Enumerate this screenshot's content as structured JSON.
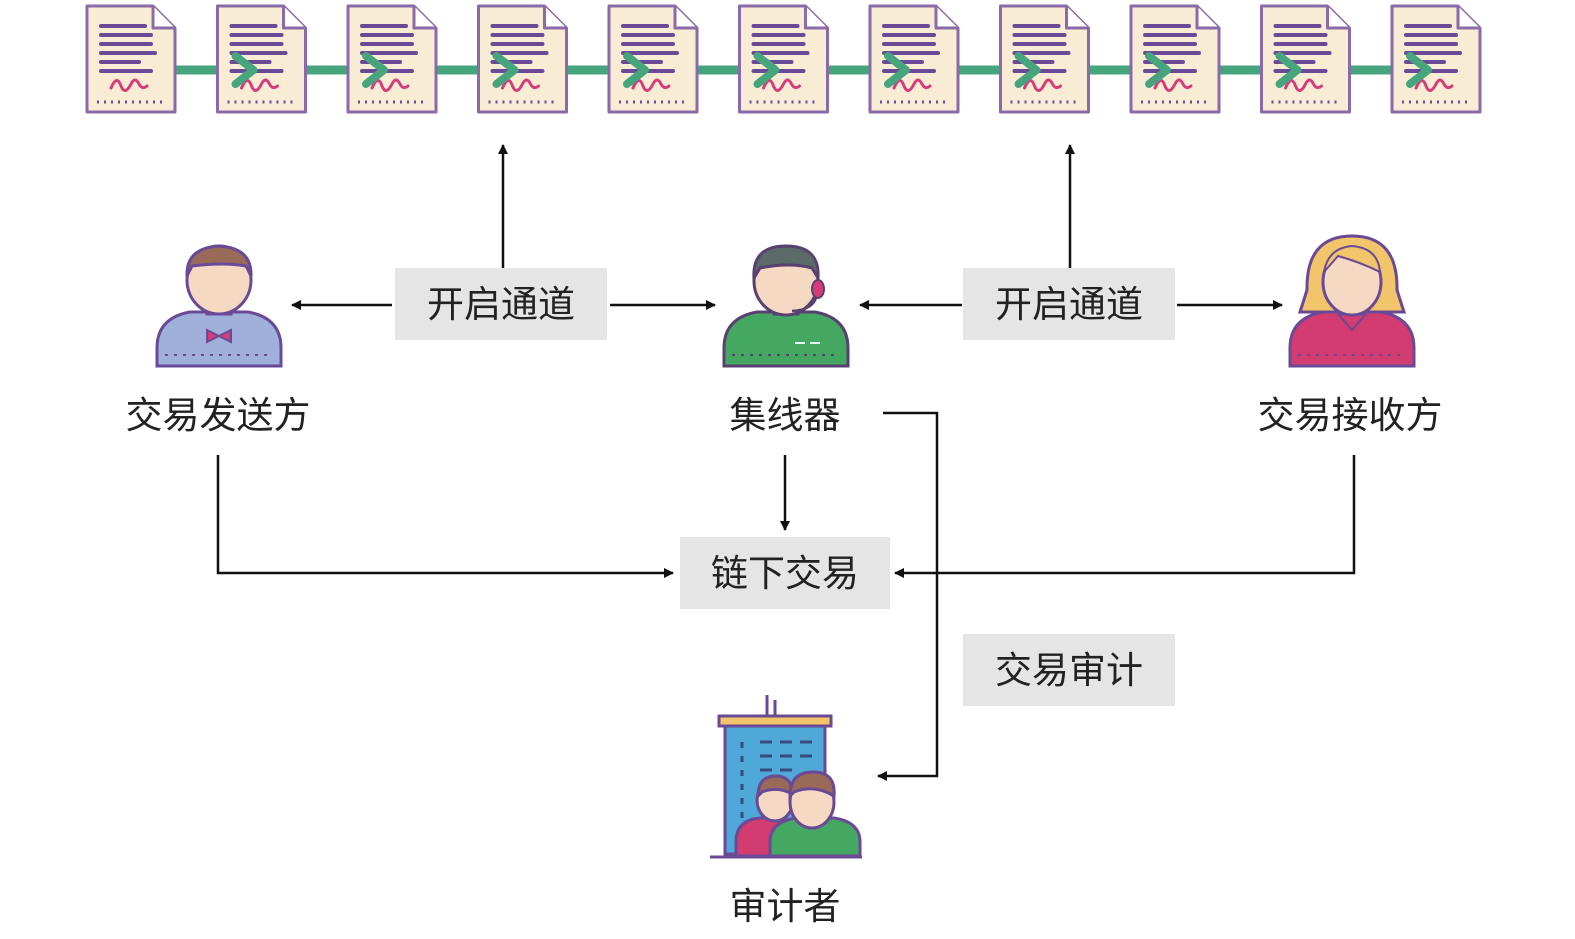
{
  "diagram": {
    "chain": {
      "block_count": 11
    },
    "labels": {
      "channel_left": "开启通道",
      "channel_right": "开启通道",
      "offchain": "链下交易",
      "audit": "交易审计"
    },
    "actors": {
      "sender": "交易发送方",
      "hub": "集线器",
      "receiver": "交易接收方",
      "auditor": "审计者"
    },
    "colors": {
      "doc_paper": "#f8ecd5",
      "doc_border": "#8a6aa8",
      "doc_lines": "#6a4a96",
      "signature": "#d63c7a",
      "chain_arrow": "#47a57e",
      "sender_shirt": "#9fb0da",
      "hub_shirt": "#45a862",
      "receiver_shirt": "#d23c70",
      "label_bg": "#e5e5e5"
    }
  }
}
